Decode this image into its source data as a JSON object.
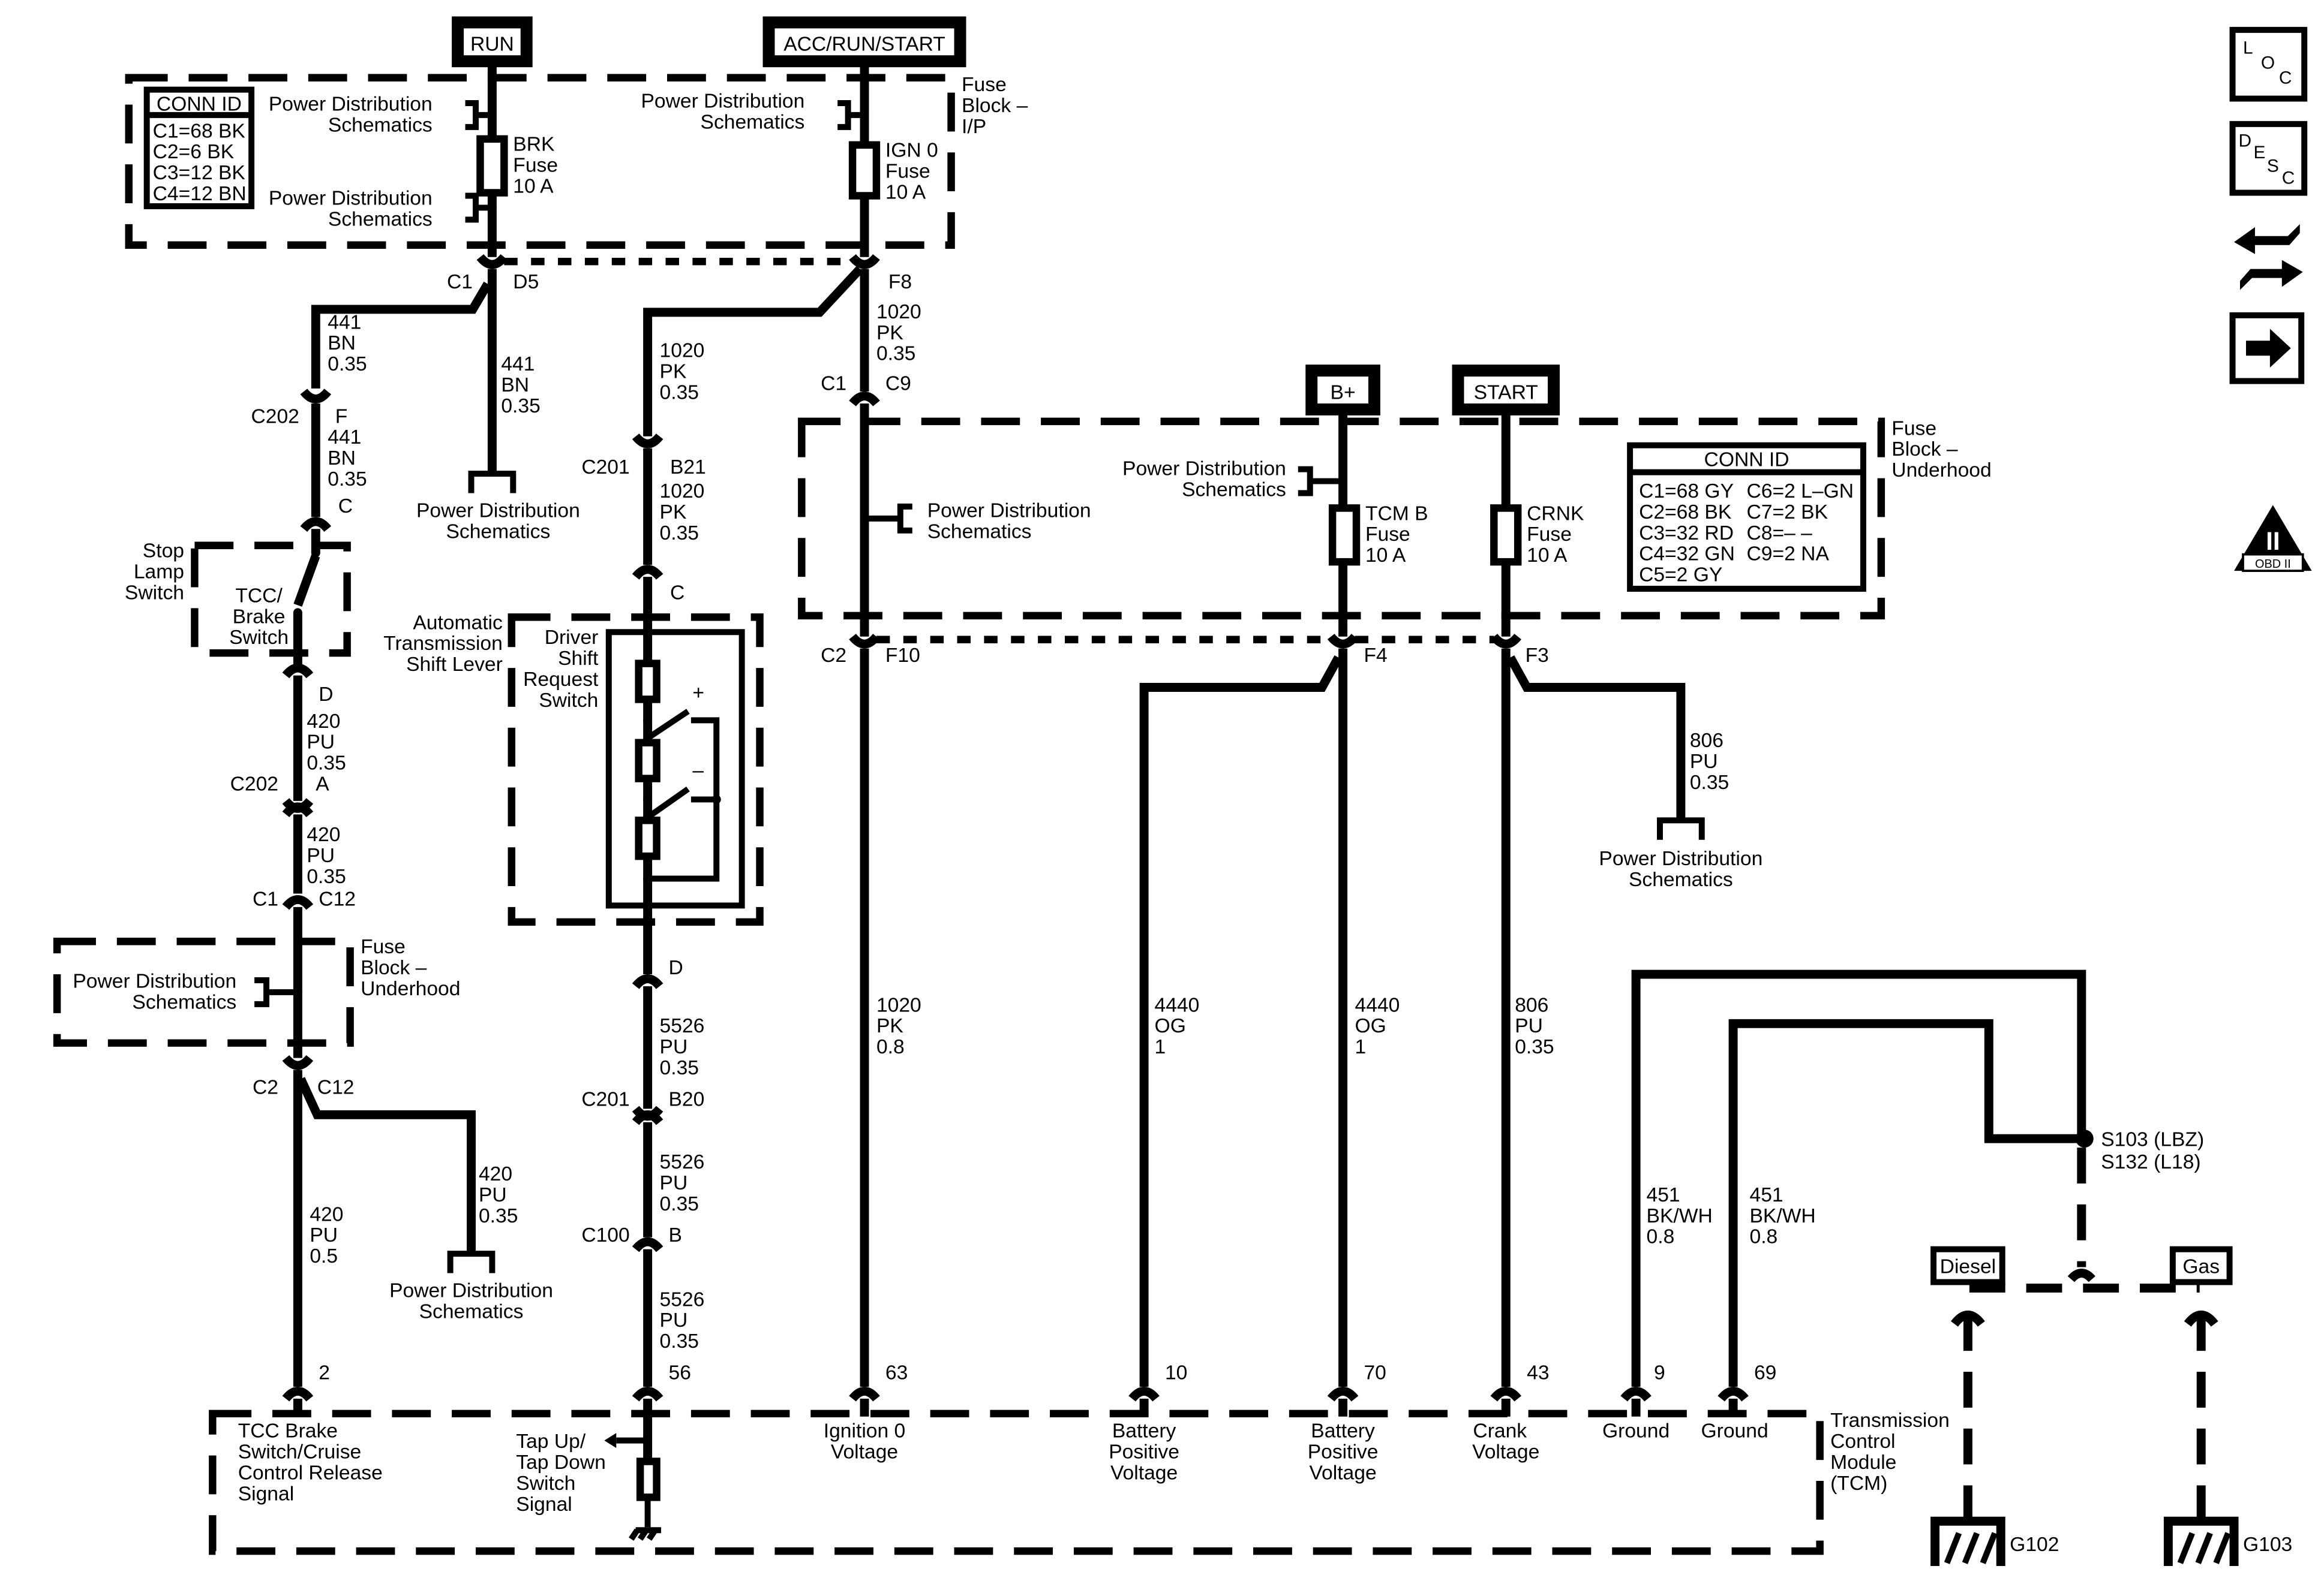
{
  "power_sources": {
    "run": "RUN",
    "acc_run_start": "ACC/RUN/START",
    "b_plus": "B+",
    "start": "START"
  },
  "fuse_block_ip": {
    "title_lines": [
      "Fuse",
      "Block –",
      "I/P"
    ],
    "conn_id": {
      "title": "CONN ID",
      "rows": [
        "C1=68 BK",
        "C2=6 BK",
        "C3=12 BK",
        "C4=12 BN"
      ]
    },
    "pds_label": [
      "Power Distribution",
      "Schematics"
    ],
    "brk_fuse": [
      "BRK",
      "Fuse",
      "10 A"
    ],
    "ign0_fuse": [
      "IGN 0",
      "Fuse",
      "10 A"
    ]
  },
  "fuse_block_underhood": {
    "title_lines": [
      "Fuse",
      "Block –",
      "Underhood"
    ],
    "conn_id": {
      "title": "CONN ID",
      "rows": [
        "C1=68 GY",
        "C2=68 BK",
        "C3=32 RD",
        "C4=32 GN",
        "C5=2 GY"
      ],
      "rows_right": [
        "C6=2 L–GN",
        "C7=2 BK",
        "C8=– –",
        "C9=2 NA"
      ]
    },
    "pds_label": [
      "Power Distribution",
      "Schematics"
    ],
    "tcmb_fuse": [
      "TCM B",
      "Fuse",
      "10 A"
    ],
    "crnk_fuse": [
      "CRNK",
      "Fuse",
      "10 A"
    ]
  },
  "connectors": {
    "c1": "C1",
    "d5": "D5",
    "f8": "F8",
    "c9": "C9",
    "c202": "C202",
    "f": "F",
    "c": "C",
    "d": "D",
    "a": "A",
    "c12": "C12",
    "c2": "C2",
    "c201": "C201",
    "b21": "B21",
    "b20": "B20",
    "c100": "C100",
    "b": "B",
    "f10": "F10",
    "f4": "F4",
    "f3": "F3"
  },
  "wires": {
    "w441_a": [
      "441",
      "BN",
      "0.35"
    ],
    "w441_b": [
      "441",
      "BN",
      "0.35"
    ],
    "w441_c": [
      "441",
      "BN",
      "0.35"
    ],
    "w1020_a": [
      "1020",
      "PK",
      "0.35"
    ],
    "w1020_b": [
      "1020",
      "PK",
      "0.35"
    ],
    "w1020_c": [
      "1020",
      "PK",
      "0.35"
    ],
    "w1020_d": [
      "1020",
      "PK",
      "0.8"
    ],
    "w420_a": [
      "420",
      "PU",
      "0.35"
    ],
    "w420_b": [
      "420",
      "PU",
      "0.35"
    ],
    "w420_c": [
      "420",
      "PU",
      "0.35"
    ],
    "w420_d": [
      "420",
      "PU",
      "0.5"
    ],
    "w5526_a": [
      "5526",
      "PU",
      "0.35"
    ],
    "w5526_b": [
      "5526",
      "PU",
      "0.35"
    ],
    "w5526_c": [
      "5526",
      "PU",
      "0.35"
    ],
    "w806_a": [
      "806",
      "PU",
      "0.35"
    ],
    "w806_b": [
      "806",
      "PU",
      "0.35"
    ],
    "w4440_a": [
      "4440",
      "OG",
      "1"
    ],
    "w4440_b": [
      "4440",
      "OG",
      "1"
    ],
    "w451_a": [
      "451",
      "BK/WH",
      "0.8"
    ],
    "w451_b": [
      "451",
      "BK/WH",
      "0.8"
    ]
  },
  "components": {
    "stop_lamp_switch": [
      "Stop",
      "Lamp",
      "Switch"
    ],
    "tcc_brake_switch": [
      "TCC/",
      "Brake",
      "Switch"
    ],
    "ats_lever": [
      "Automatic",
      "Transmission",
      "Shift Lever"
    ],
    "driver_shift_switch": [
      "Driver",
      "Shift",
      "Request",
      "Switch"
    ],
    "plus": "+",
    "minus": "–"
  },
  "pds_refs": {
    "pds_text": [
      "Power Distribution",
      "Schematics"
    ]
  },
  "splices": {
    "s103": "S103 (LBZ)",
    "s132": "S132 (L18)"
  },
  "engine_options": {
    "diesel": "Diesel",
    "gas": "Gas"
  },
  "grounds": {
    "g102": "G102",
    "g103": "G103"
  },
  "tcm": {
    "title_lines": [
      "Transmission",
      "Control",
      "Module",
      "(TCM)"
    ],
    "pins": {
      "p2": "2",
      "p56": "56",
      "p63": "63",
      "p10": "10",
      "p70": "70",
      "p43": "43",
      "p9": "9",
      "p69": "69"
    },
    "signals": {
      "tcc": [
        "TCC Brake",
        "Switch/Cruise",
        "Control Release",
        "Signal"
      ],
      "tap": [
        "Tap Up/",
        "Tap Down",
        "Switch",
        "Signal"
      ],
      "ign": [
        "Ignition 0",
        "Voltage"
      ],
      "batt10": [
        "Battery",
        "Positive",
        "Voltage"
      ],
      "batt70": [
        "Battery",
        "Positive",
        "Voltage"
      ],
      "crank": [
        "Crank",
        "Voltage"
      ],
      "gnd9": [
        "Ground"
      ],
      "gnd69": [
        "Ground"
      ]
    }
  },
  "side_icons": {
    "loc_letters": [
      "L",
      "O",
      "C"
    ],
    "desc_letters": [
      "D",
      "E",
      "S",
      "C"
    ],
    "obd_numeral": "II",
    "obd_label": "OBD II",
    "icons": [
      "loc-icon",
      "desc-icon",
      "harness-connector-icon",
      "next-page-arrow-icon",
      "obd-ii-icon"
    ]
  }
}
